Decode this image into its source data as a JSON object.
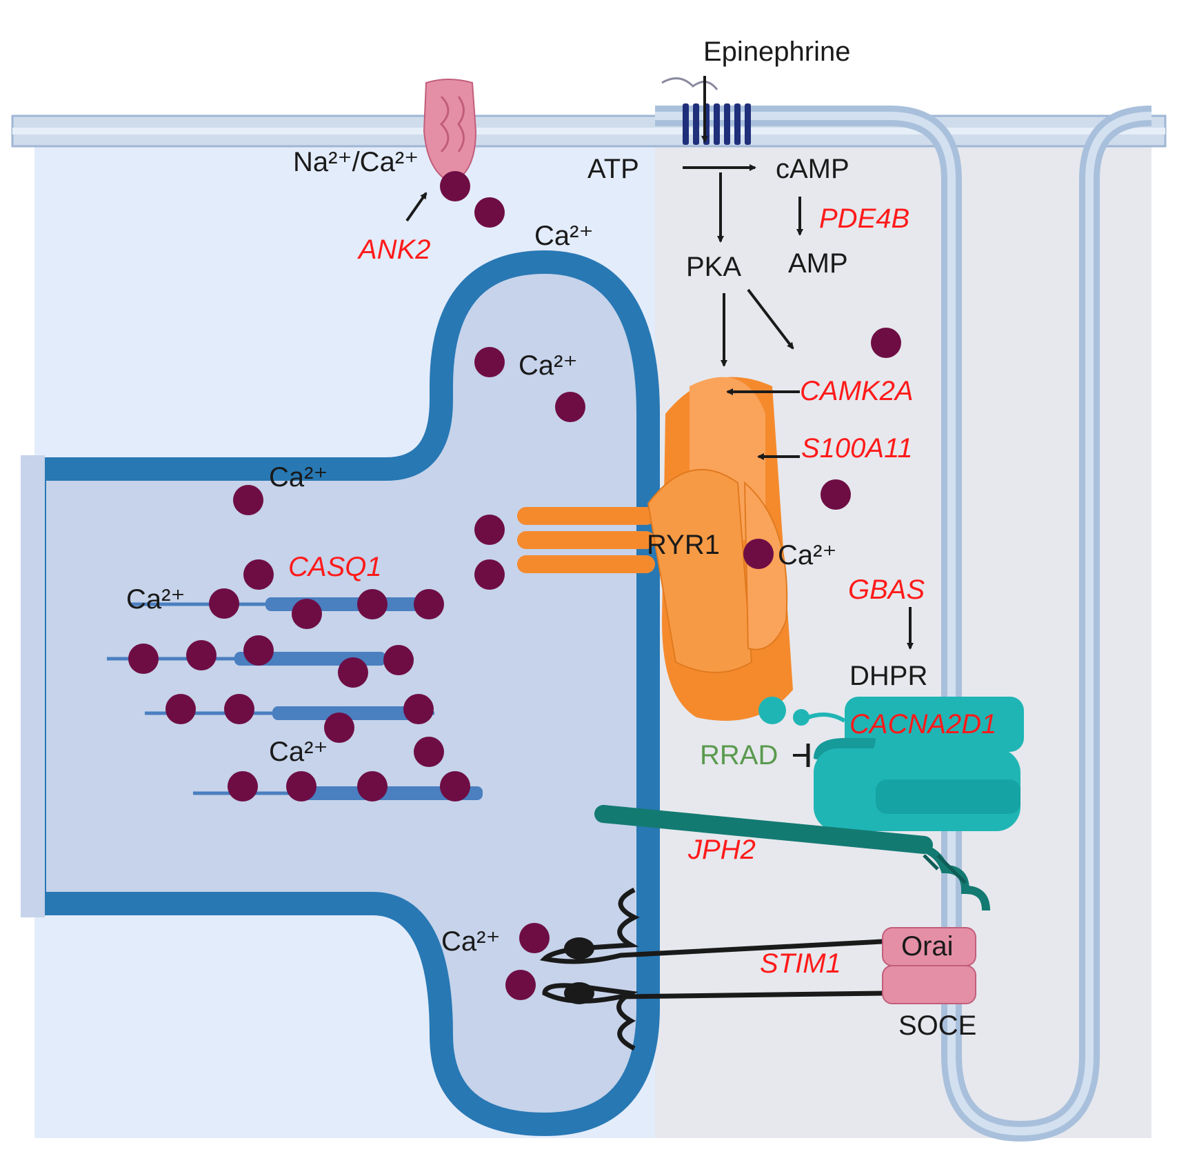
{
  "colors": {
    "cytoplasm": "#e3ecfa",
    "t_tubule_lumen": "#e6e8ed",
    "sr_lumen": "#c6d3ea",
    "sr_membrane": "#2878b4",
    "sarcolemma": "#b8cbe2",
    "ca_ion": "#6e0d44",
    "ryr1": "#f58a2d",
    "dhpr": "#20b5b5",
    "jph2": "#137a72",
    "orai": "#e48fa6",
    "gene_label": "#ff1a1a",
    "inhibitor_label": "#5a9a4e"
  },
  "labels": {
    "epinephrine": "Epinephrine",
    "atp": "ATP",
    "camp": "cAMP",
    "pde4b": "PDE4B",
    "amp": "AMP",
    "pka": "PKA",
    "ncx": "Na²⁺/Ca²⁺",
    "ank2": "ANK2",
    "camk2a": "CAMK2A",
    "s100a11": "S100A11",
    "ryr1": "RYR1",
    "casq1": "CASQ1",
    "gbas": "GBAS",
    "dhpr": "DHPR",
    "cacna2d1": "CACNA2D1",
    "rrad": "RRAD",
    "jph2": "JPH2",
    "stim1": "STIM1",
    "orai": "Orai",
    "soce": "SOCE",
    "ca_ion": "Ca²⁺"
  },
  "icons": [
    "beta-adrenergic-receptor-icon",
    "ncx-exchanger-icon",
    "ryr1-channel-icon",
    "dhpr-channel-icon",
    "jph2-protein-icon",
    "stim1-protein-icon",
    "orai-channel-icon",
    "calcium-ion-icon"
  ]
}
